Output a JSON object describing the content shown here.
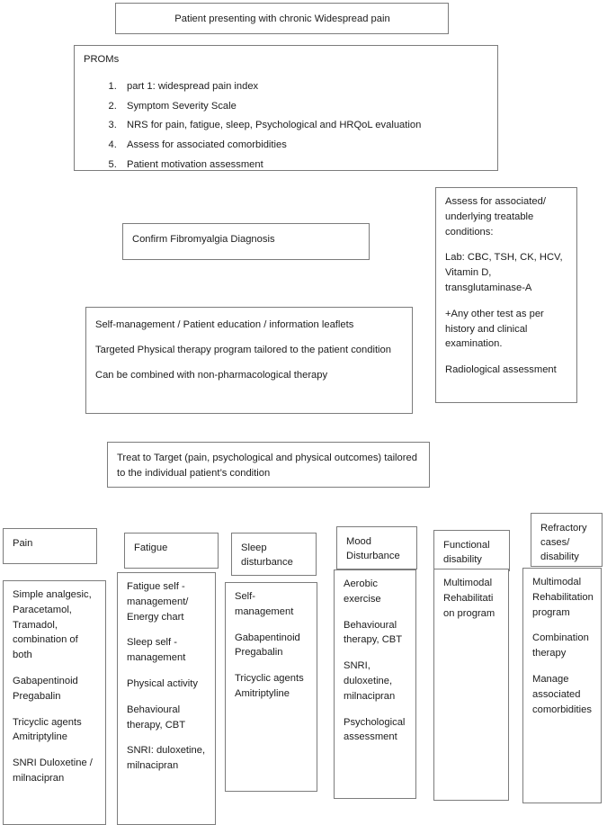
{
  "diagram": {
    "type": "clinical-pathway-flowchart",
    "title": "Fibromyalgia management pathway",
    "top_node": {
      "label": "Patient presenting with chronic Widespread pain"
    },
    "proms_node": {
      "heading": "PROMs",
      "items": [
        "part 1: widespread pain index",
        "Symptom Severity Scale",
        "NRS for pain, fatigue, sleep, Psychological and HRQoL evaluation",
        "Assess for associated comorbidities",
        "Patient motivation assessment"
      ]
    },
    "diagnosis_node": {
      "label": "Confirm Fibromyalgia Diagnosis"
    },
    "assess_node": {
      "paragraphs": [
        "Assess for associated/ underlying treatable conditions:",
        "Lab: CBC, TSH, CK, HCV, Vitamin D, transglutaminase-A",
        "+Any other test as per history and clinical examination.",
        "Radiological assessment"
      ]
    },
    "self_management_node": {
      "paragraphs": [
        "Self-management / Patient education / information leaflets",
        "Targeted Physical therapy program tailored to the patient condition",
        "Can be combined with non-pharmacological therapy"
      ]
    },
    "treat_to_target_node": {
      "label": "Treat to Target (pain, psychological and physical outcomes) tailored to the individual patient’s condition"
    },
    "columns": [
      {
        "header": "Pain",
        "items": [
          "Simple analgesic, Paracetamol, Tramadol, combination of both",
          "Gabapentinoid Pregabalin",
          "Tricyclic agents Amitriptyline",
          "SNRI Duloxetine / milnacipran"
        ]
      },
      {
        "header": "Fatigue",
        "items": [
          "Fatigue self - management/ Energy chart",
          "Sleep self - management",
          "Physical activity",
          "Behavioural therapy, CBT",
          "SNRI: duloxetine, milnacipran"
        ]
      },
      {
        "header": "Sleep disturbance",
        "items": [
          "Self-management",
          "Gabapentinoid Pregabalin",
          "Tricyclic agents Amitriptyline"
        ]
      },
      {
        "header": "Mood Disturbance",
        "items": [
          "Aerobic exercise",
          "Behavioural therapy, CBT",
          "SNRI, duloxetine, milnacipran",
          "Psychological assessment"
        ]
      },
      {
        "header": "Functional disability",
        "items": [
          "Multimodal Rehabilitati on program"
        ]
      },
      {
        "header": "Refractory cases/ disability",
        "items": [
          "Multimodal Rehabilitation program",
          "Combination therapy",
          "Manage associated comorbidities"
        ]
      }
    ]
  },
  "colors": {
    "border": "#7c7c7c",
    "text": "#1c1c1c",
    "background": "#ffffff"
  }
}
